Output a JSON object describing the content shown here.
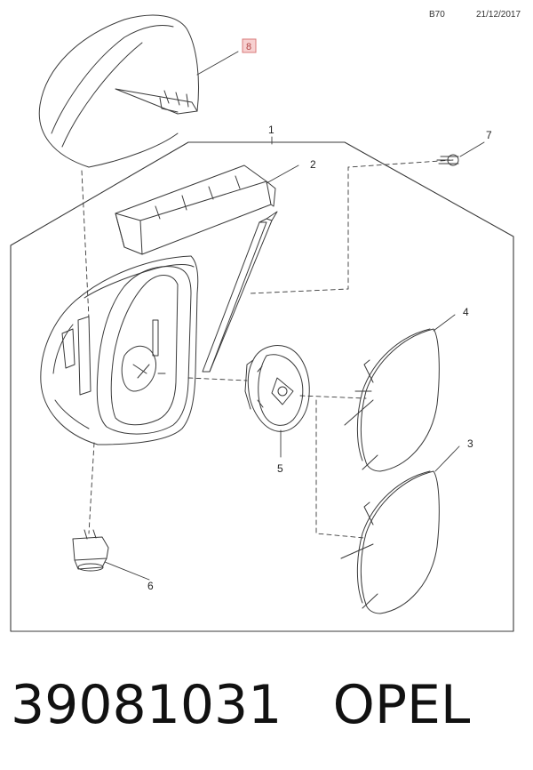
{
  "header": {
    "code": "B70",
    "date": "21/12/2017"
  },
  "callouts": [
    {
      "id": "1",
      "label": "1"
    },
    {
      "id": "2",
      "label": "2"
    },
    {
      "id": "3",
      "label": "3"
    },
    {
      "id": "4",
      "label": "4"
    },
    {
      "id": "5",
      "label": "5"
    },
    {
      "id": "6",
      "label": "6"
    },
    {
      "id": "7",
      "label": "7"
    },
    {
      "id": "8",
      "label": "8",
      "highlighted": true
    }
  ],
  "caption": {
    "part_number": "39081031",
    "brand": "OPEL"
  },
  "colors": {
    "line": "#3a3a3a",
    "highlight_bg": "#f7d0d0",
    "highlight_border": "#d97a7a"
  }
}
